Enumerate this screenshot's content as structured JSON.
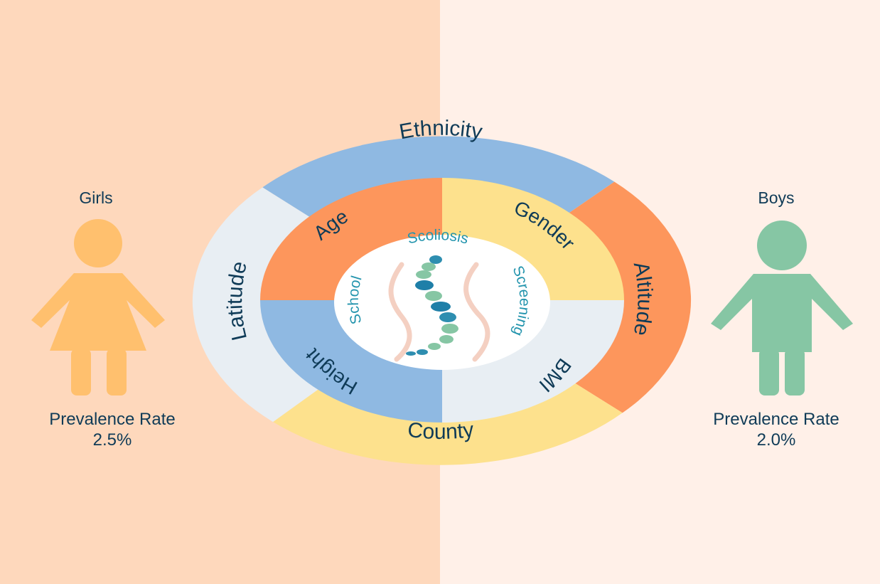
{
  "colors": {
    "left_panel": "#fed8bc",
    "right_panel": "#fff0e8",
    "blue": "#8fb9e2",
    "light": "#e8eef3",
    "orange": "#fd965c",
    "yellow": "#fde18d",
    "girl": "#ffc06e",
    "boy": "#86c6a4",
    "text": "#0f3b57",
    "teal_text": "#2394ad"
  },
  "girls": {
    "title": "Girls",
    "rate_label": "Prevalence Rate",
    "rate_value": "2.5%",
    "rate": 2.5,
    "icon": "girl-figure-icon"
  },
  "boys": {
    "title": "Boys",
    "rate_label": "Prevalence Rate",
    "rate_value": "2.0%",
    "rate": 2.0,
    "icon": "boy-figure-icon"
  },
  "outer_ring": [
    {
      "label": "Ethnicity",
      "color": "blue"
    },
    {
      "label": "Altitude",
      "color": "orange"
    },
    {
      "label": "County",
      "color": "yellow"
    },
    {
      "label": "Latitude",
      "color": "light"
    }
  ],
  "inner_ring": [
    {
      "label": "Age",
      "color": "orange"
    },
    {
      "label": "Gender",
      "color": "yellow"
    },
    {
      "label": "BMI",
      "color": "light"
    },
    {
      "label": "Height",
      "color": "blue"
    }
  ],
  "center": {
    "words": [
      "School",
      "Scoliosis",
      "Screening"
    ],
    "icon": "spine-icon"
  }
}
